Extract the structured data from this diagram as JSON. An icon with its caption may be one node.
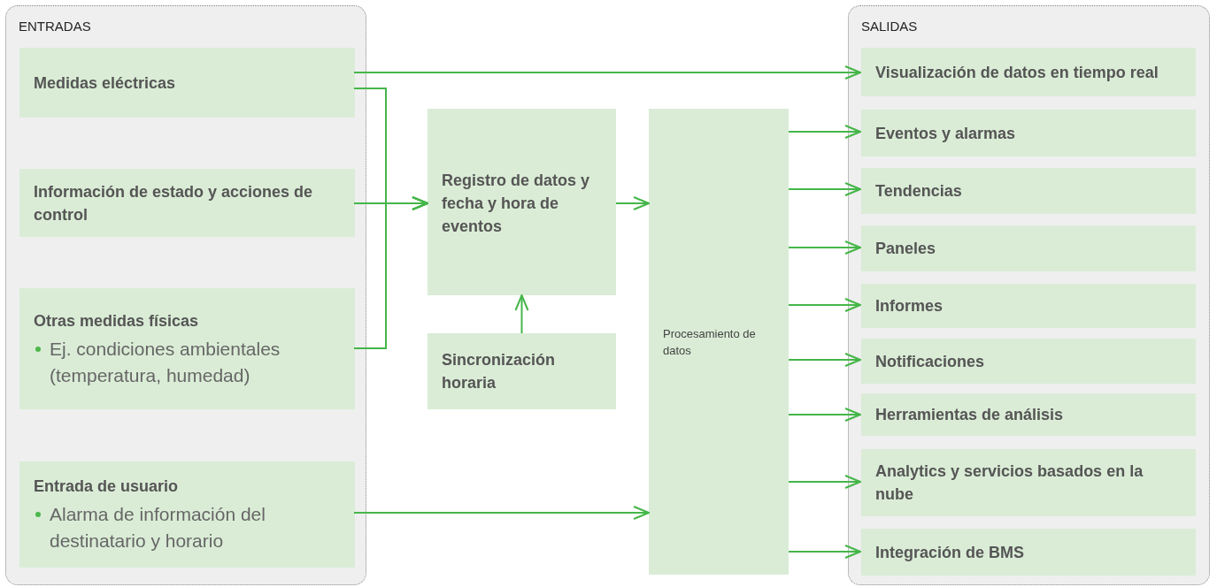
{
  "diagram": {
    "nodes": [
      {
        "text": [
          "ENTRADAS"
        ]
      },
      {
        "text": [
          "Medidas eléctricas"
        ],
        "in": 0
      },
      {
        "text": [
          "Información de estado y acciones de control"
        ],
        "in": 0
      },
      {
        "text": [
          "Otras medidas físicas",
          "Ej. condiciones ambientales (temperatura, humedad)"
        ],
        "in": 0
      },
      {
        "text": [
          "Entrada de usuario",
          "Alarma de información del destinatario y horario"
        ],
        "in": 0
      },
      {
        "text": [
          "Registro de datos y fecha y hora de eventos"
        ]
      },
      {
        "text": [
          "Sincronización horaria"
        ]
      },
      {
        "text": [
          "Procesamiento de datos"
        ]
      },
      {
        "text": [
          "SALIDAS"
        ]
      },
      {
        "text": [
          "Visualización de datos en tiempo real"
        ],
        "in": 8
      },
      {
        "text": [
          "Eventos y alarmas"
        ],
        "in": 8
      },
      {
        "text": [
          "Tendencias"
        ],
        "in": 8
      },
      {
        "text": [
          "Paneles"
        ],
        "in": 8
      },
      {
        "text": [
          "Informes"
        ],
        "in": 8
      },
      {
        "text": [
          "Notificaciones"
        ],
        "in": 8
      },
      {
        "text": [
          "Herramientas de análisis"
        ],
        "in": 8
      },
      {
        "text": [
          "Analytics y servicios basados en la nube"
        ],
        "in": 8
      },
      {
        "text": [
          "Integración de BMS"
        ],
        "in": 8
      }
    ],
    "edges": [
      {
        "from": 1,
        "to": 9,
        "arrow": "to"
      },
      {
        "from": 1,
        "to": 5,
        "arrow": "to"
      },
      {
        "from": 2,
        "to": 5,
        "arrow": "to"
      },
      {
        "from": 3,
        "to": 5,
        "arrow": "to"
      },
      {
        "from": 6,
        "to": 5,
        "arrow": "to"
      },
      {
        "from": 5,
        "to": 7,
        "arrow": "to"
      },
      {
        "from": 4,
        "to": 7,
        "arrow": "to"
      },
      {
        "from": 7,
        "to": 10,
        "arrow": "to"
      },
      {
        "from": 7,
        "to": 11,
        "arrow": "to"
      },
      {
        "from": 7,
        "to": 12,
        "arrow": "to"
      },
      {
        "from": 7,
        "to": 13,
        "arrow": "to"
      },
      {
        "from": 7,
        "to": 14,
        "arrow": "to"
      },
      {
        "from": 7,
        "to": 15,
        "arrow": "to"
      },
      {
        "from": 7,
        "to": 16,
        "arrow": "to"
      },
      {
        "from": 7,
        "to": 17,
        "arrow": "to"
      }
    ]
  }
}
